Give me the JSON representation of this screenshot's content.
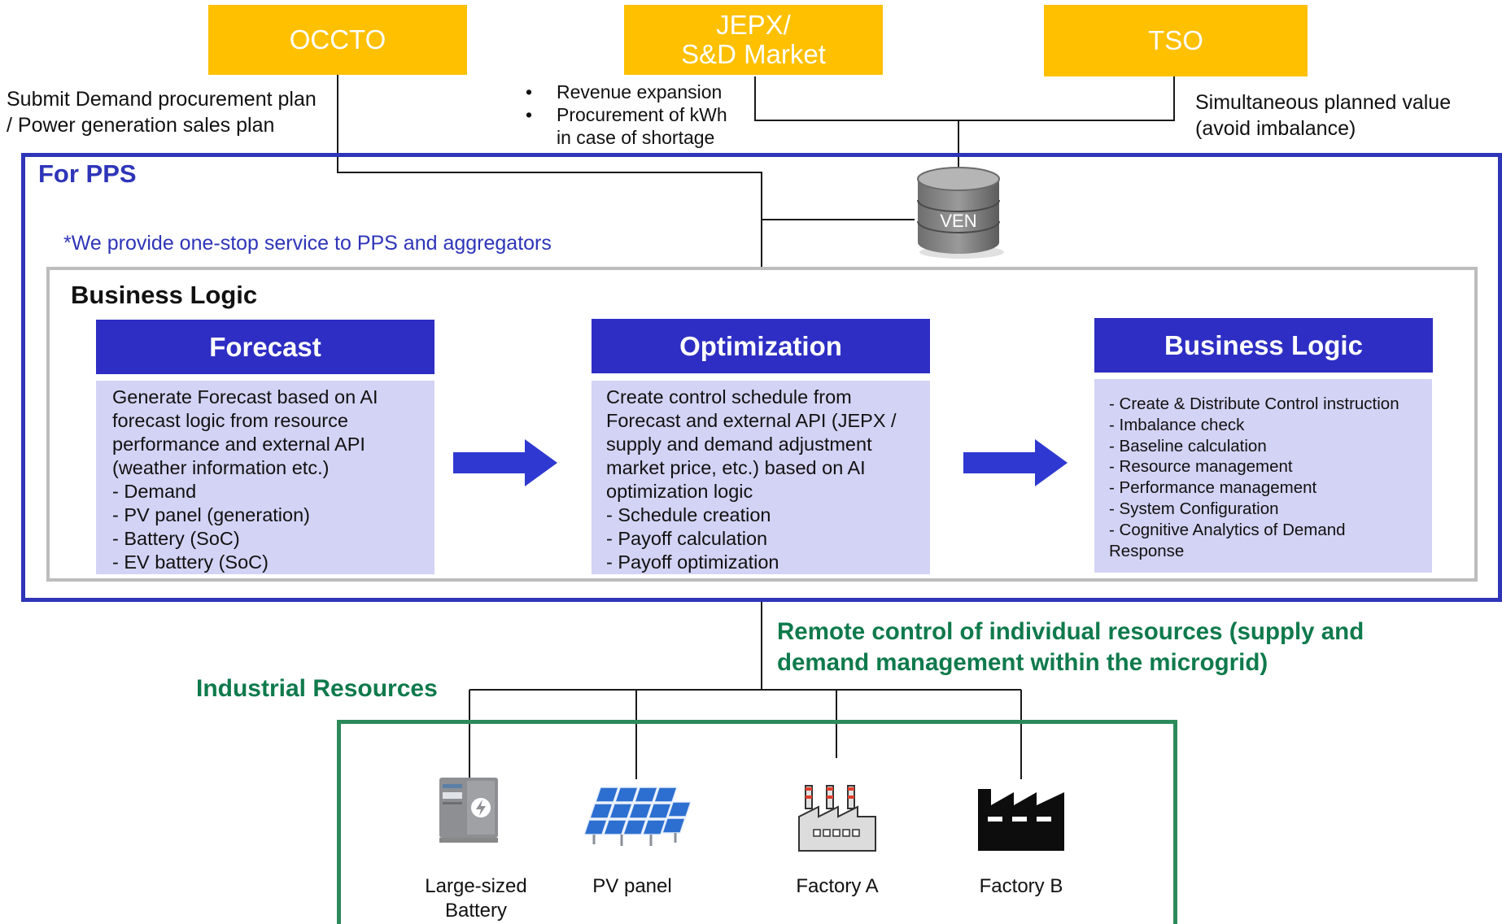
{
  "external": {
    "occto": "OCCTO",
    "jepx_line1": "JEPX/",
    "jepx_line2": "S&D Market",
    "tso": "TSO"
  },
  "notes": {
    "occto_line1": "Submit Demand procurement plan",
    "occto_line2": "/ Power generation sales plan",
    "jepx_bullets": [
      "Revenue expansion",
      "Procurement of kWh",
      "in case of shortage"
    ],
    "tso_line1": "Simultaneous planned value",
    "tso_line2": "(avoid imbalance)"
  },
  "pps": {
    "title": "For PPS",
    "service_note": "*We provide one-stop service to PPS and aggregators",
    "ven_label": "VEN"
  },
  "logic": {
    "title": "Business Logic",
    "cards": [
      {
        "title": "Forecast",
        "lines": [
          "Generate Forecast based on AI",
          "forecast logic from resource",
          "performance and external API",
          "(weather information etc.)",
          "- Demand",
          "- PV panel (generation)",
          "- Battery (SoC)",
          "- EV battery (SoC)"
        ]
      },
      {
        "title": "Optimization",
        "lines": [
          "Create control schedule from",
          "Forecast and external API (JEPX /",
          "supply and demand adjustment",
          "market price, etc.) based on AI",
          "optimization logic",
          "- Schedule creation",
          "- Payoff calculation",
          "- Payoff optimization"
        ]
      },
      {
        "title": "Business Logic",
        "lines": [
          "- Create & Distribute Control instruction",
          "- Imbalance check",
          "- Baseline calculation",
          "- Resource management",
          "- Performance management",
          "- System Configuration",
          "- Cognitive Analytics of Demand",
          "Response"
        ]
      }
    ]
  },
  "remote": {
    "line1": "Remote control of individual resources (supply and",
    "line2": "demand management within the microgrid)"
  },
  "resources": {
    "title": "Industrial Resources",
    "items": [
      {
        "line1": "Large-sized",
        "line2": "Battery",
        "icon": "battery-icon"
      },
      {
        "line1": "PV panel",
        "line2": "",
        "icon": "solar-panel-icon"
      },
      {
        "line1": "Factory A",
        "line2": "",
        "icon": "factory-icon"
      },
      {
        "line1": "Factory B",
        "line2": "",
        "icon": "factory-silhouette-icon"
      }
    ]
  },
  "colors": {
    "external_box": "#ffc000",
    "pps_border": "#2e35b8",
    "card_header": "#2e2ec4",
    "card_body": "#d3d3f5",
    "arrow": "#2f38d0",
    "green_text": "#0f7a4c",
    "resource_border": "#2c8a5a"
  }
}
